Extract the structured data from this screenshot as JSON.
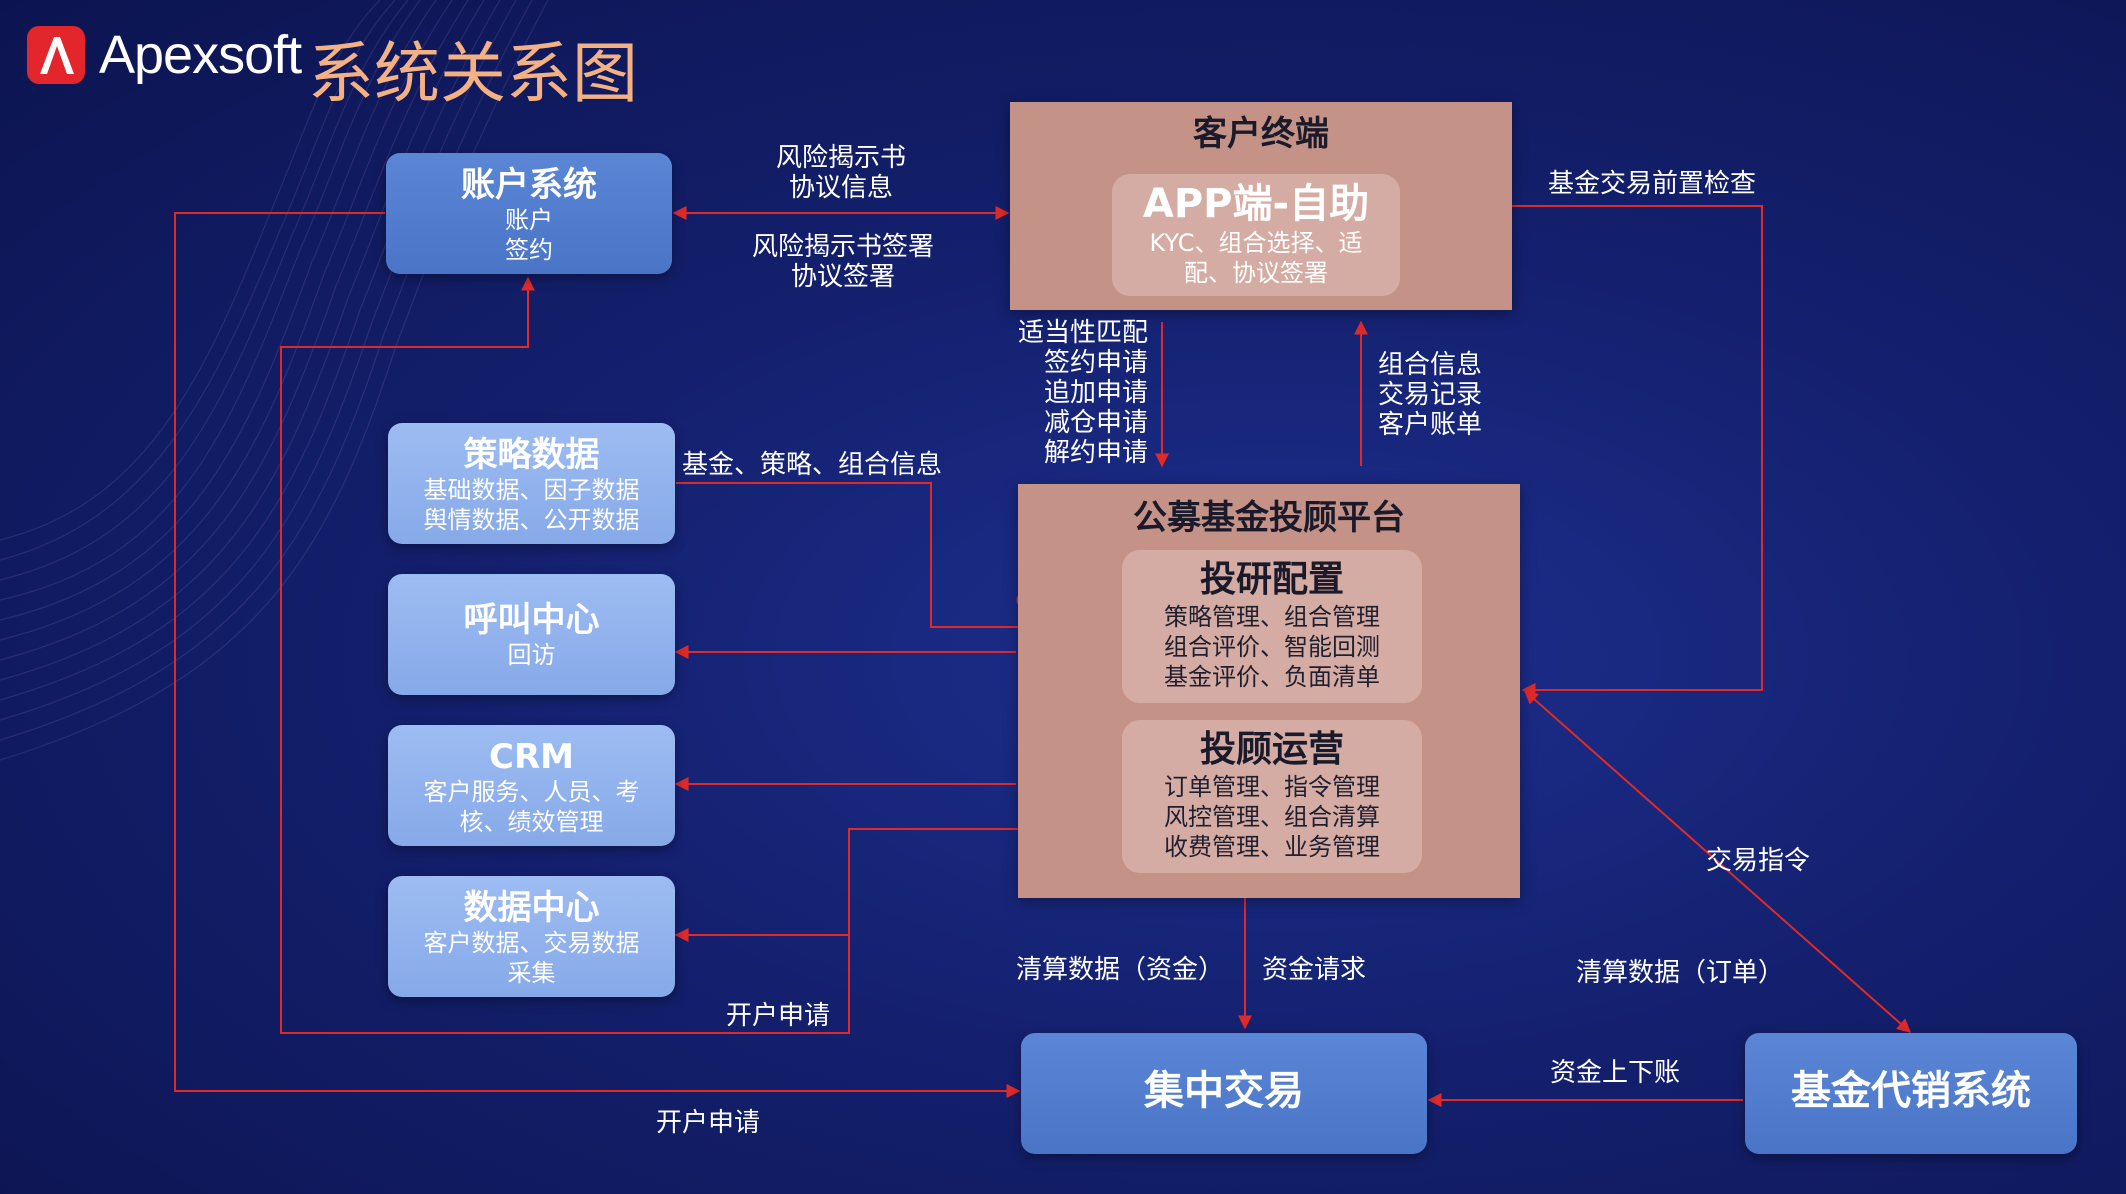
{
  "header": {
    "brand": "Apexsoft",
    "title": "系统关系图"
  },
  "colors": {
    "line": "#e02a2a",
    "blue_box": "#4a75c7",
    "light_box": "#8dafea",
    "platform": "#c59287",
    "title_accent": "#f4b183"
  },
  "icons": {
    "logo": "apexsoft-logo-icon"
  },
  "nodes": {
    "account": {
      "title": "账户系统",
      "lines": [
        "账户",
        "签约"
      ]
    },
    "strategy": {
      "title": "策略数据",
      "lines": [
        "基础数据、因子数据",
        "舆情数据、公开数据"
      ]
    },
    "callcenter": {
      "title": "呼叫中心",
      "lines": [
        "回访"
      ]
    },
    "crm": {
      "title": "CRM",
      "lines": [
        "客户服务、人员、考",
        "核、绩效管理"
      ]
    },
    "datacenter": {
      "title": "数据中心",
      "lines": [
        "客户数据、交易数据",
        "采集"
      ]
    },
    "client": {
      "title": "客户终端",
      "app_title": "APP端-自助",
      "app_lines": [
        "KYC、组合选择、适",
        "配、协议签署"
      ]
    },
    "platform": {
      "title": "公募基金投顾平台",
      "research": {
        "title": "投研配置",
        "lines": [
          "策略管理、组合管理",
          "组合评价、智能回测",
          "基金评价、负面清单"
        ]
      },
      "ops": {
        "title": "投顾运营",
        "lines": [
          "订单管理、指令管理",
          "风控管理、组合清算",
          "收费管理、业务管理"
        ]
      }
    },
    "trading": {
      "title": "集中交易"
    },
    "distribution": {
      "title": "基金代销系统"
    }
  },
  "edges": {
    "account_to_client": [
      "风险揭示书",
      "协议信息"
    ],
    "client_to_account": [
      "风险揭示书签署",
      "协议签署"
    ],
    "client_to_platform": [
      "适当性匹配",
      "签约申请",
      "追加申请",
      "减仓申请",
      "解约申请"
    ],
    "platform_to_client": [
      "组合信息",
      "交易记录",
      "客户账单"
    ],
    "pre_check": "基金交易前置检查",
    "strategy_to_research": "基金、策略、组合信息",
    "trade_instruction": "交易指令",
    "clearing_funds": "清算数据（资金）",
    "funds_request": "资金请求",
    "clearing_orders": "清算数据（订单）",
    "fund_transfer": "资金上下账",
    "open_account_1": "开户申请",
    "open_account_2": "开户申请"
  }
}
